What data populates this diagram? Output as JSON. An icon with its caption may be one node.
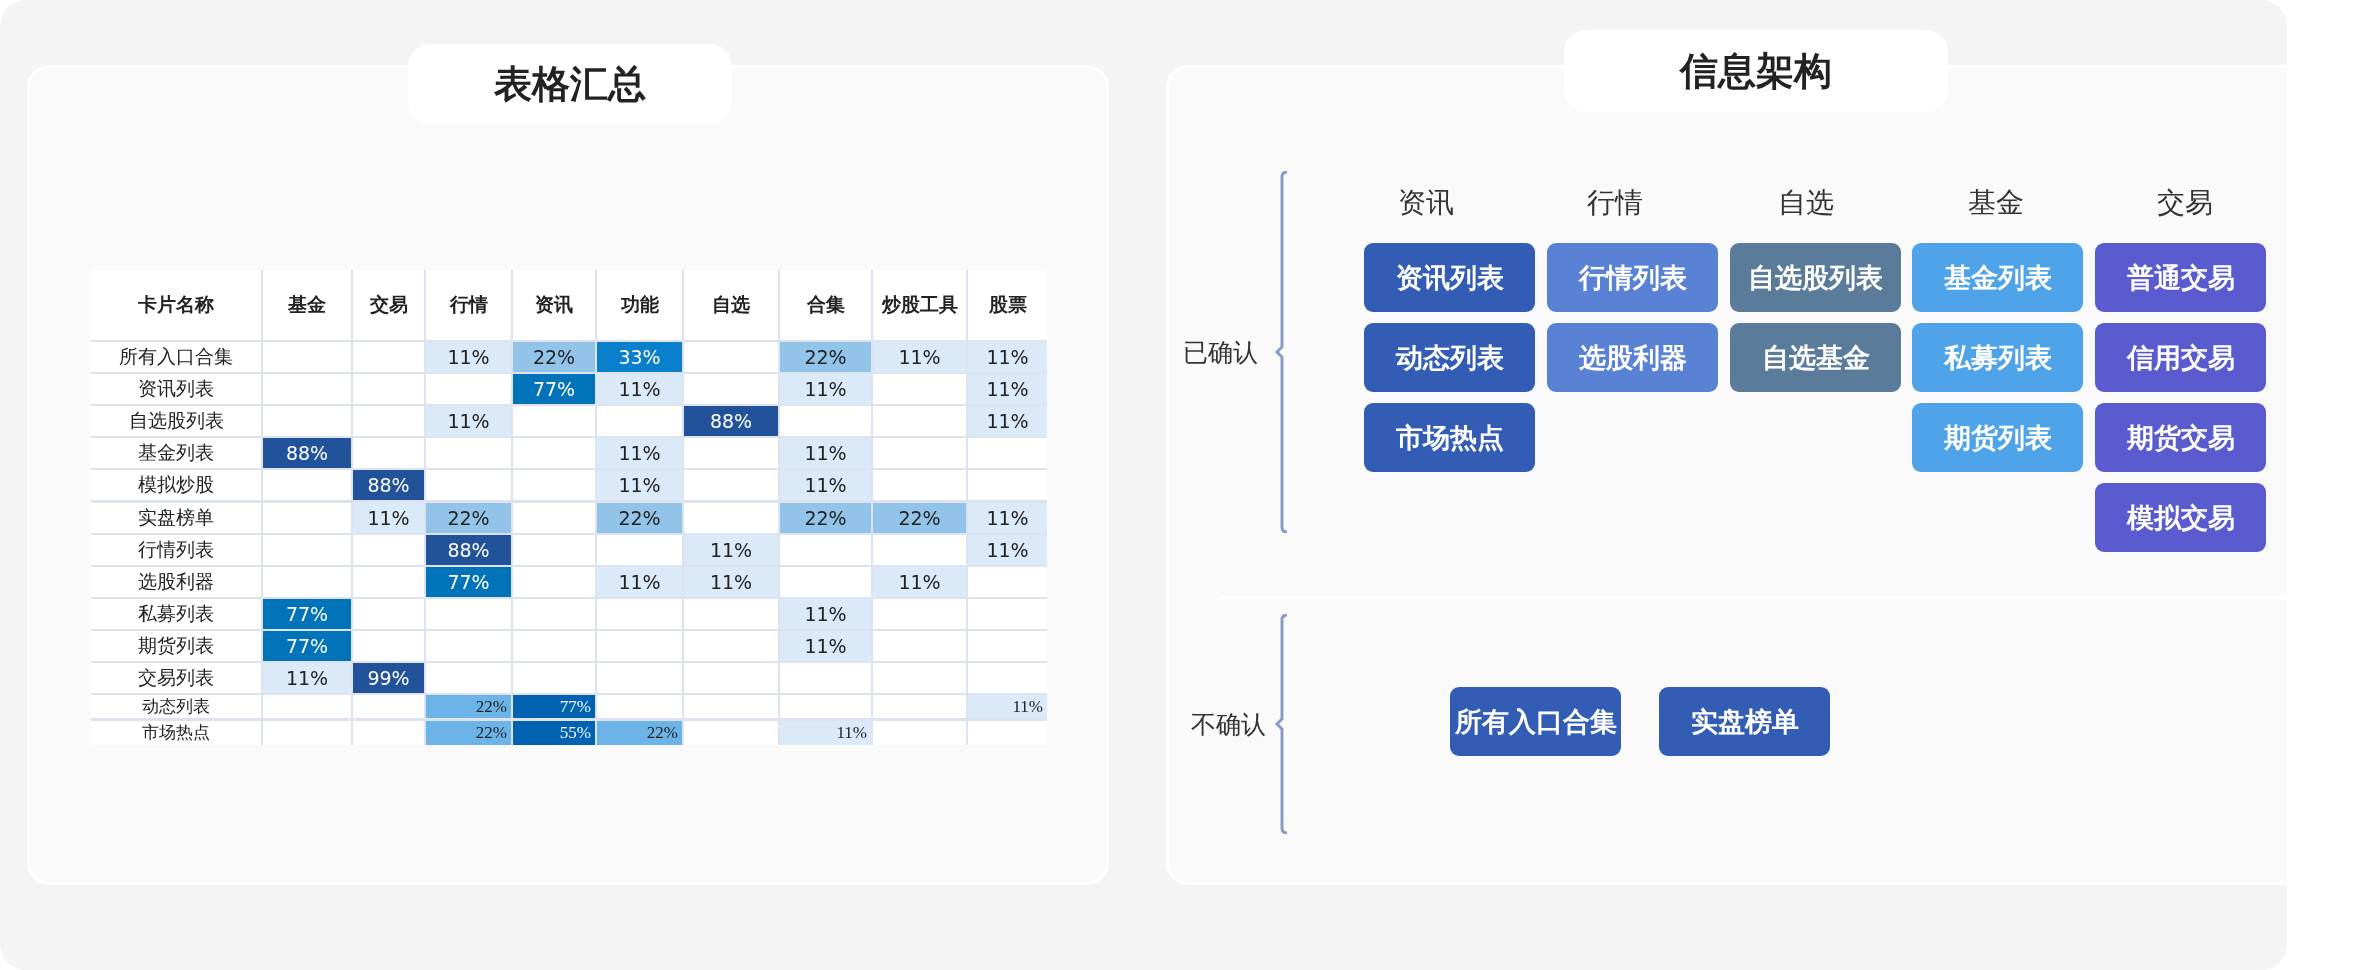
{
  "diagram": {
    "nodes": [
      {
        "text": [
          "表格汇总"
        ]
      },
      {
        "text": [
          "信息架构"
        ]
      },
      {
        "text": [
          "资讯列表"
        ],
        "in": 1
      },
      {
        "text": [
          "行情列表"
        ],
        "in": 1
      },
      {
        "text": [
          "自选股列表"
        ],
        "in": 1
      },
      {
        "text": [
          "基金列表"
        ],
        "in": 1
      },
      {
        "text": [
          "普通交易"
        ],
        "in": 1
      },
      {
        "text": [
          "动态列表"
        ],
        "in": 1
      },
      {
        "text": [
          "选股利器"
        ],
        "in": 1
      },
      {
        "text": [
          "自选基金"
        ],
        "in": 1
      },
      {
        "text": [
          "私募列表"
        ],
        "in": 1
      },
      {
        "text": [
          "信用交易"
        ],
        "in": 1
      },
      {
        "text": [
          "市场热点"
        ],
        "in": 1
      },
      {
        "text": [
          "期货列表"
        ],
        "in": 1
      },
      {
        "text": [
          "期货交易"
        ],
        "in": 1
      },
      {
        "text": [
          "模拟交易"
        ],
        "in": 1
      },
      {
        "text": [
          "所有入口合集"
        ],
        "in": 1
      },
      {
        "text": [
          "实盘榜单"
        ],
        "in": 1
      }
    ],
    "labels": [
      "卡片名称",
      "基金",
      "交易",
      "行情",
      "资讯",
      "功能",
      "自选",
      "合集",
      "炒股工具",
      "股票",
      "所有入口合集",
      "11%",
      "22%",
      "33%",
      "22%",
      "11%",
      "11%",
      "资讯列表",
      "77%",
      "11%",
      "11%",
      "11%",
      "自选股列表",
      "11%",
      "88%",
      "11%",
      "基金列表",
      "88%",
      "11%",
      "11%",
      "模拟炒股",
      "88%",
      "11%",
      "11%",
      "实盘榜单",
      "11%",
      "22%",
      "22%",
      "22%",
      "22%",
      "11%",
      "行情列表",
      "88%",
      "11%",
      "11%",
      "选股利器",
      "77%",
      "11%",
      "11%",
      "11%",
      "私募列表",
      "77%",
      "11%",
      "期货列表",
      "77%",
      "11%",
      "交易列表",
      "11%",
      "99%",
      "动态列表",
      "22%",
      "77%",
      "11%",
      "市场热点",
      "22%",
      "55%",
      "22%",
      "11%",
      "资讯",
      "行情",
      "自选",
      "基金",
      "交易",
      "已确认",
      "不确认"
    ]
  }
}
